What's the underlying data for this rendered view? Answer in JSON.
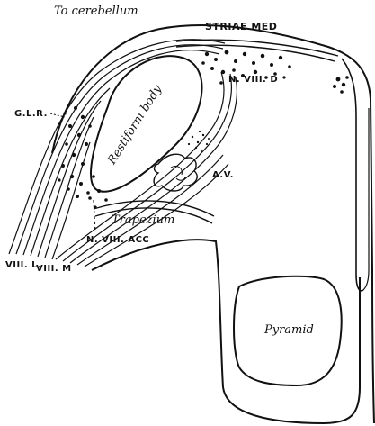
{
  "labels": {
    "to_cerebellum": "To cerebellum",
    "striae_med": "STRIAE MED",
    "restiform_body": "Restiform body",
    "g_l_r": "G.L.R.",
    "n_viii_d": "N. VIII. D",
    "a_v": "A.V.",
    "trapezium": "Trapezium",
    "n_viii_acc": "N. VIII. ACC",
    "viii_l": "VIII. L.",
    "viii_m": "VIII. M",
    "pyramid": "Pyramid"
  },
  "colors": {
    "ink": "#111111",
    "paper": "#ffffff"
  }
}
